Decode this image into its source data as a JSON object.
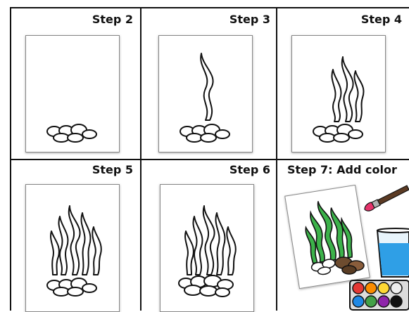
{
  "steps": [
    {
      "label": "Step 2"
    },
    {
      "label": "Step 3"
    },
    {
      "label": "Step 4"
    },
    {
      "label": "Step 5"
    },
    {
      "label": "Step 6"
    },
    {
      "label": "Step 7: Add color"
    }
  ],
  "colors": {
    "seaweed": "#3cb24a",
    "paint_tip": "#e5336b",
    "water": "#2f9fe6",
    "palette": [
      "#e53935",
      "#fb8c00",
      "#fdd835",
      "#eeeeee",
      "#1e88e5",
      "#43a047",
      "#8e24aa",
      "#111111"
    ]
  },
  "icons": [
    "rocks-drawing",
    "seaweed-drawing",
    "paintbrush-icon",
    "water-cup-icon",
    "paint-palette-icon"
  ]
}
